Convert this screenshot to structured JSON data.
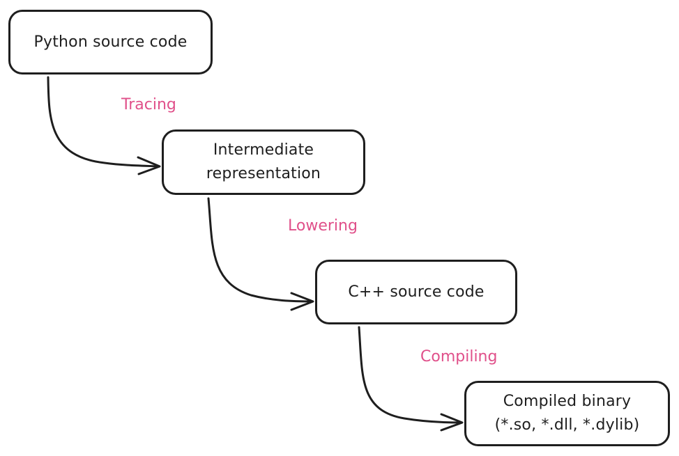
{
  "nodes": {
    "python": {
      "label": "Python source code"
    },
    "ir": {
      "line1": "Intermediate",
      "line2": "representation"
    },
    "cpp": {
      "label": "C++ source code"
    },
    "binary": {
      "line1": "Compiled binary",
      "line2": "(*.so, *.dll, *.dylib)"
    }
  },
  "edges": {
    "tracing": {
      "label": "Tracing"
    },
    "lowering": {
      "label": "Lowering"
    },
    "compiling": {
      "label": "Compiling"
    }
  },
  "colors": {
    "stroke": "#1e1e1e",
    "edge_label": "#e0508a",
    "background": "#ffffff"
  }
}
